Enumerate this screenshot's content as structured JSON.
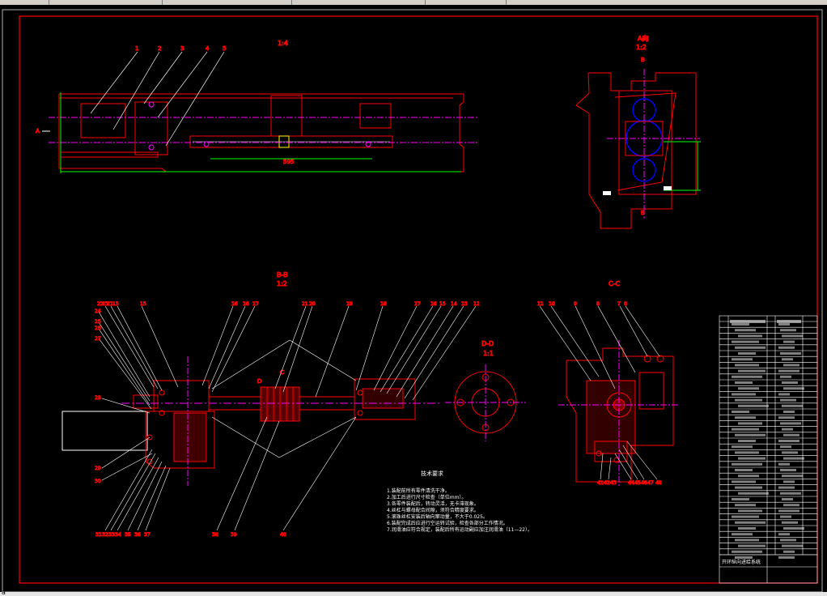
{
  "view_a": {
    "scale": "1:4",
    "section_marker": "A",
    "part_numbers": [
      "1",
      "2",
      "3",
      "4",
      "5"
    ]
  },
  "detail_a": {
    "title": "A向",
    "scale": "1:2",
    "marker_top": "B",
    "marker_bottom": "B"
  },
  "section_bb": {
    "title": "B-B",
    "scale": "1:2",
    "top_left_labels": [
      "22",
      "23",
      "21",
      "15"
    ],
    "top_labels": [
      "15",
      "16",
      "16",
      "17",
      "21",
      "20",
      "19",
      "18",
      "17",
      "16",
      "15",
      "14",
      "13",
      "12"
    ],
    "left_labels": [
      "24",
      "25",
      "26",
      "27",
      "28",
      "29",
      "30"
    ],
    "bottom_labels": [
      "31",
      "32",
      "33",
      "34",
      "35",
      "36",
      "37",
      "38",
      "39",
      "40"
    ],
    "marker_c": "C",
    "marker_d": "D"
  },
  "section_dd": {
    "title": "D-D",
    "scale": "1:1"
  },
  "section_cc": {
    "title": "C-C",
    "top_labels": [
      "11",
      "10",
      "9",
      "8",
      "7",
      "6"
    ],
    "bottom_labels": [
      "41",
      "42",
      "43",
      "44",
      "45",
      "46",
      "47",
      "48"
    ]
  },
  "tech_req": {
    "title": "技术要求",
    "items": [
      "1.装配前所有零件清洗干净。",
      "2.加工后进行尺寸检查（单位mm）。",
      "3.各零件装配后，转动灵活，无卡滞现象。",
      "4.丝杠与螺母配合间隙，须符合精度要求。",
      "5.滚珠丝杠安装后轴向窜动量，不大于0.025。",
      "6.装配完成后应进行空运转试验，检查各部分工作情况。",
      "7.润滑油应符合规定，装配后所有运动副应加注润滑油（11—22）。"
    ]
  },
  "title_block": {
    "title": "开环纵向进给系统"
  },
  "colors": {
    "outline": "#ff0000",
    "center": "#ff00ff",
    "dim": "#00ff00",
    "leader": "#ffffff",
    "hidden": "#0000ff",
    "frame": "#ff0000"
  }
}
